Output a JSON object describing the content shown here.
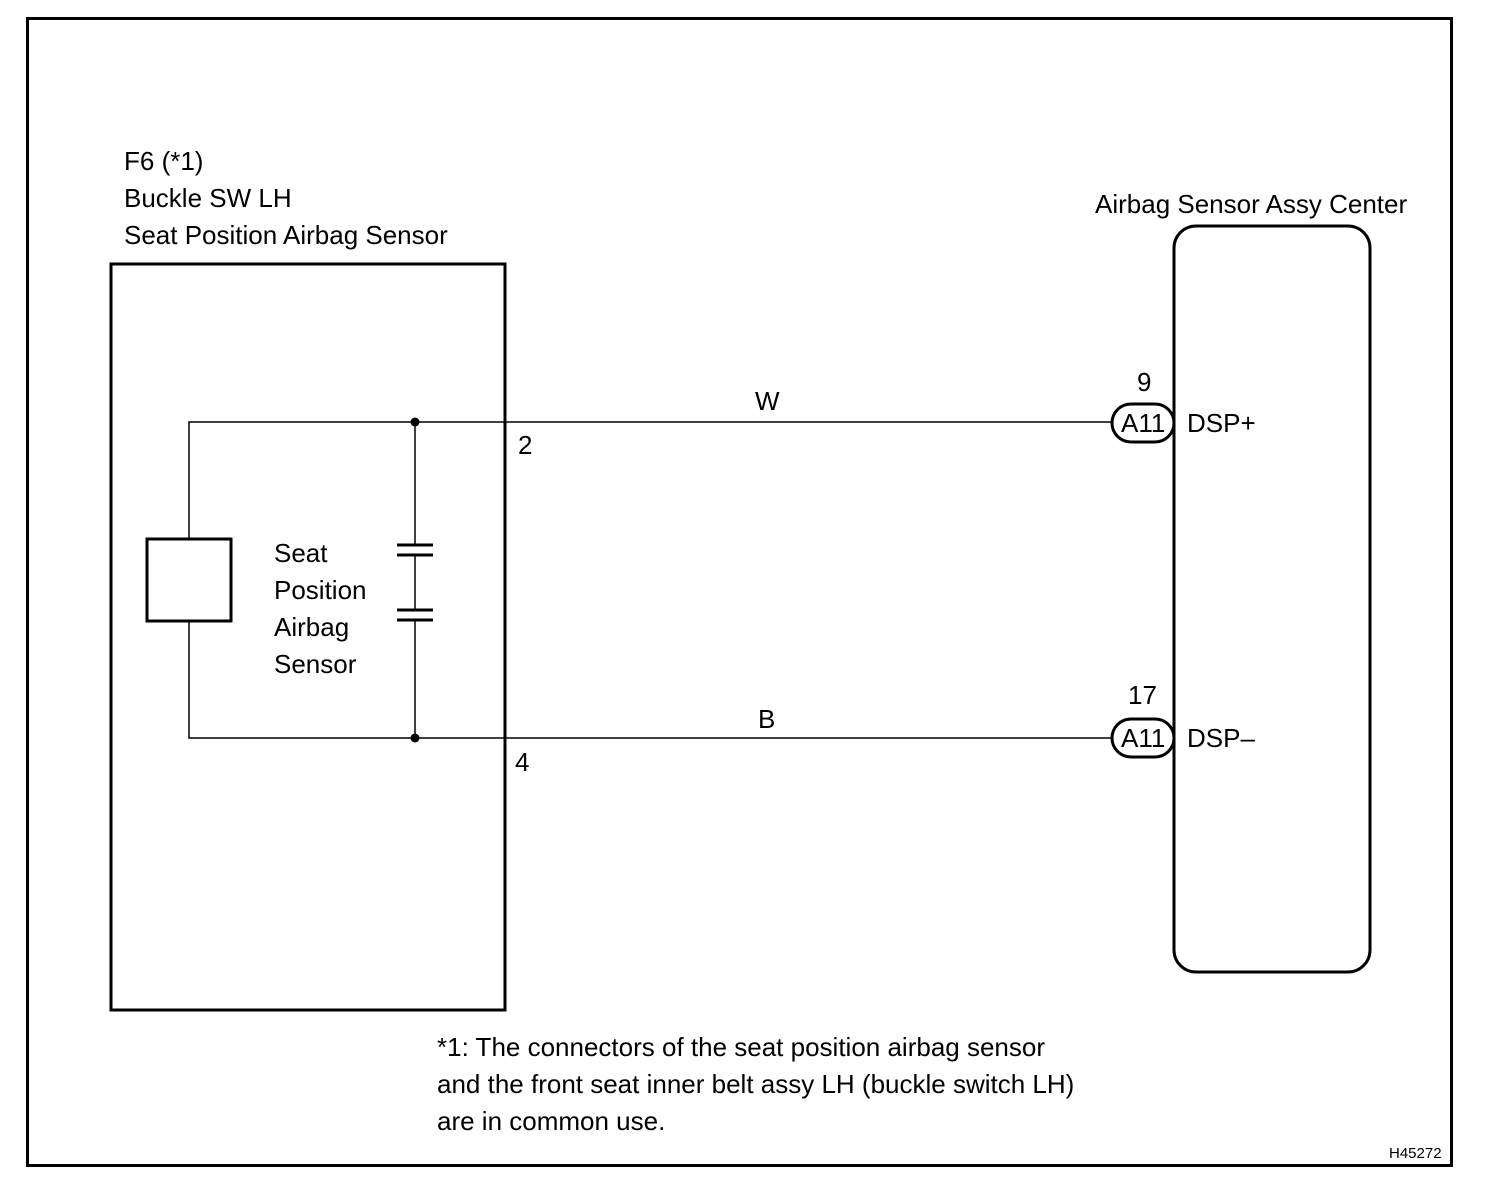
{
  "left_component": {
    "code": "F6 (*1)",
    "name": "Buckle SW LH",
    "subname": "Seat Position Airbag Sensor",
    "inner_label_lines": [
      "Seat",
      "Position",
      "Airbag",
      "Sensor"
    ],
    "pin_top": "2",
    "pin_bottom": "4"
  },
  "right_component": {
    "name": "Airbag Sensor Assy Center",
    "pin_top_number": "9",
    "pin_top_connector": "A11",
    "pin_top_signal": "DSP+",
    "pin_bottom_number": "17",
    "pin_bottom_connector": "A11",
    "pin_bottom_signal": "DSP–"
  },
  "wires": {
    "top_color": "W",
    "bottom_color": "B"
  },
  "footnote_lines": [
    "*1: The connectors of the seat position airbag sensor",
    "and the front seat inner belt assy LH (buckle switch LH)",
    "are in common use."
  ],
  "figure_id": "H45272"
}
